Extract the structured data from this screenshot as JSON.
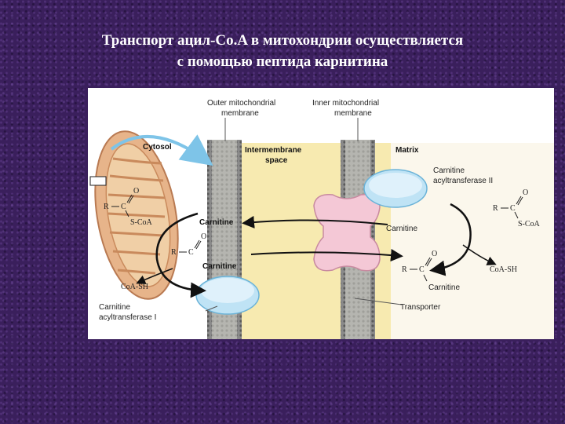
{
  "slide": {
    "title_line1": "Транспорт ацил-Co.A в митохондрии осуществляется",
    "title_line2": "с помощью пептида карнитина"
  },
  "diagram": {
    "outer_membrane_line1": "Outer mitochondrial",
    "outer_membrane_line2": "membrane",
    "inner_membrane_line1": "Inner mitochondrial",
    "inner_membrane_line2": "membrane",
    "cytosol": "Cytosol",
    "intermembrane_line1": "Intermembrane",
    "intermembrane_line2": "space",
    "matrix": "Matrix",
    "cat2_line1": "Carnitine",
    "cat2_line2": "acyltransferase II",
    "cat1_line1": "Carnitine",
    "cat1_line2": "acyltransferase I",
    "transporter": "Transporter",
    "carnitine": "Carnitine",
    "coa_sh": "CoA-SH",
    "r": "R",
    "c": "C",
    "o": "O",
    "s_coa": "S-CoA",
    "s_coa_right": "S-CoA",
    "coa_sh_right": "CoA-SH"
  }
}
